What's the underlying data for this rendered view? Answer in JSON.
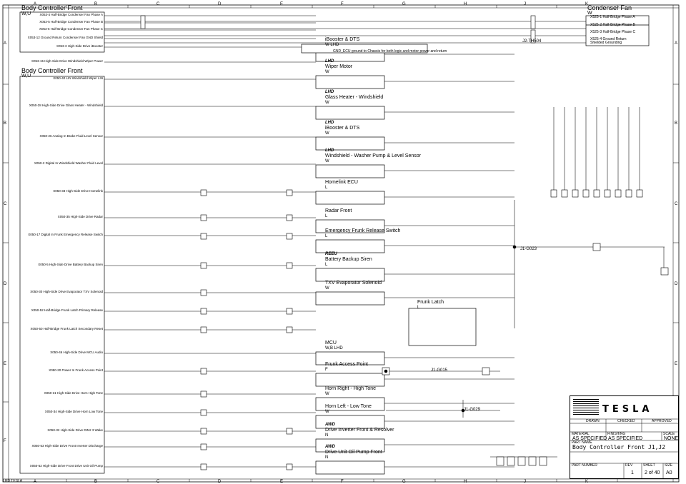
{
  "grid": {
    "columns": [
      "A",
      "B",
      "C",
      "D",
      "E",
      "F",
      "G",
      "H",
      "J",
      "K"
    ],
    "rows": [
      "A",
      "B",
      "C",
      "D",
      "E",
      "F"
    ]
  },
  "left_blocks": [
    {
      "title": "Body Controller Front",
      "code": "W,U"
    },
    {
      "title": "Body Controller Front",
      "code": "W,U"
    }
  ],
  "left_pins": [
    "X053-4 Half-Bridge Condenser Fan Phase A",
    "X053-5 Half-Bridge Condenser Fan Phase B",
    "X053-6 Half-Bridge Condenser Fan Phase C",
    "X053-12 Ground Return Condenser Fan GND Shield",
    "X053-3 High-Side Drive iBooster",
    "X053-15 High-Side Drive Windshield Wiper Power",
    "X050-40 LIN Windshield Wiper LIN",
    "X050-28 High-Side Drive Glass Heater - Windshield",
    "X050-26 Analog In Brake Fluid Level Sensor",
    "X050-2 Digital In Windshield Washer Fluid Level",
    "X050-33 High-Side Drive Homelink",
    "X050-35 High-Side Drive Radar",
    "X050-17 Digital In Frunk Emergency Release Switch",
    "X050-5 High-Side Drive Battery Backup Siren",
    "X050-30 High-Side Drive Evaporator TXV Solenoid",
    "X050-52 Half-Bridge Frunk Latch Primary Release",
    "X050-50 Half-Bridge Frunk Latch Secondary Reset",
    "X050-46 High-Side Drive MCU Audio",
    "X050-20 Power In Frunk Access Point",
    "X050-31 High-Side Drive Horn High Tone",
    "X050-34 High-Side Drive Horn Low Tone",
    "X050-32 High-Side Drive DIN2 3 Wake",
    "X050-53 High-Side Drive Front Inverter Discharge",
    "X050-52 High-Side Drive Front Drive Unit Oil Pump"
  ],
  "components": [
    {
      "variant": "",
      "name": "iBooster & DTS",
      "code": "W LHD"
    },
    {
      "variant": "LHD",
      "name": "Wiper Motor",
      "code": "W"
    },
    {
      "variant": "LHD",
      "name": "Glass Heater - Windshield",
      "code": "W"
    },
    {
      "variant": "LHD",
      "name": "iBooster & DTS",
      "code": "W"
    },
    {
      "variant": "LHD",
      "name": "Windshield - Washer Pump & Level Sensor",
      "code": "W"
    },
    {
      "variant": "",
      "name": "Homelink ECU",
      "code": "L"
    },
    {
      "variant": "",
      "name": "Radar Front",
      "code": "L"
    },
    {
      "variant": "",
      "name": "Emergency Frunk Release Switch",
      "code": "L"
    },
    {
      "variant": "REEU",
      "name": "Battery Backup Siren",
      "code": "L"
    },
    {
      "variant": "",
      "name": "TXV Evaporator Solenoid",
      "code": "W"
    },
    {
      "variant": "",
      "name": "MCU",
      "code": "W,B LHD"
    },
    {
      "variant": "",
      "name": "Frunk Access Point",
      "code": "F"
    },
    {
      "variant": "",
      "name": "Horn Right - High Tone",
      "code": "W"
    },
    {
      "variant": "",
      "name": "Horn Left - Low Tone",
      "code": "W"
    },
    {
      "variant": "AWD",
      "name": "Drive Inverter Front & Resolver",
      "code": "N"
    },
    {
      "variant": "AWD",
      "name": "Drive Unit Oil Pump Front",
      "code": "N"
    }
  ],
  "frunk_latch": {
    "name": "Frunk Latch",
    "code": "L"
  },
  "condenser_fan": {
    "name": "Condenser Fan",
    "code": "W",
    "pins": [
      "X525-1 Half-Bridge Phase A",
      "X525-2 Half-Bridge Phase B",
      "X525-3 Half-Bridge Phase C",
      "X525-4 Ground Return Shielded Grounding"
    ]
  },
  "splices": [
    "J1-G023",
    "J1-G015",
    "J1-G029",
    "J2-TH504"
  ],
  "note": "GND_ECU ground to Chassis for both logic and motor power and return",
  "title_block": {
    "logo": "TESLA",
    "drawn_label": "DRAWN",
    "checked_label": "CHECKED",
    "approved_label": "APPROVED",
    "material_label": "MATERIAL",
    "material": "AS SPECIFIED",
    "finishing_label": "FINISHING",
    "finishing": "AS SPECIFIED",
    "scale_label": "SCALE",
    "scale": "NONE",
    "part_name_label": "PART NAME",
    "part_name": "Body Controller Front J1,J2",
    "part_number_label": "PART NUMBER",
    "rev_label": "REV",
    "rev": "1",
    "sheet_label": "SHEET",
    "sheet": "2 of 40",
    "size_label": "SIZE",
    "size": "A0"
  },
  "footer": "LHD TESLA"
}
